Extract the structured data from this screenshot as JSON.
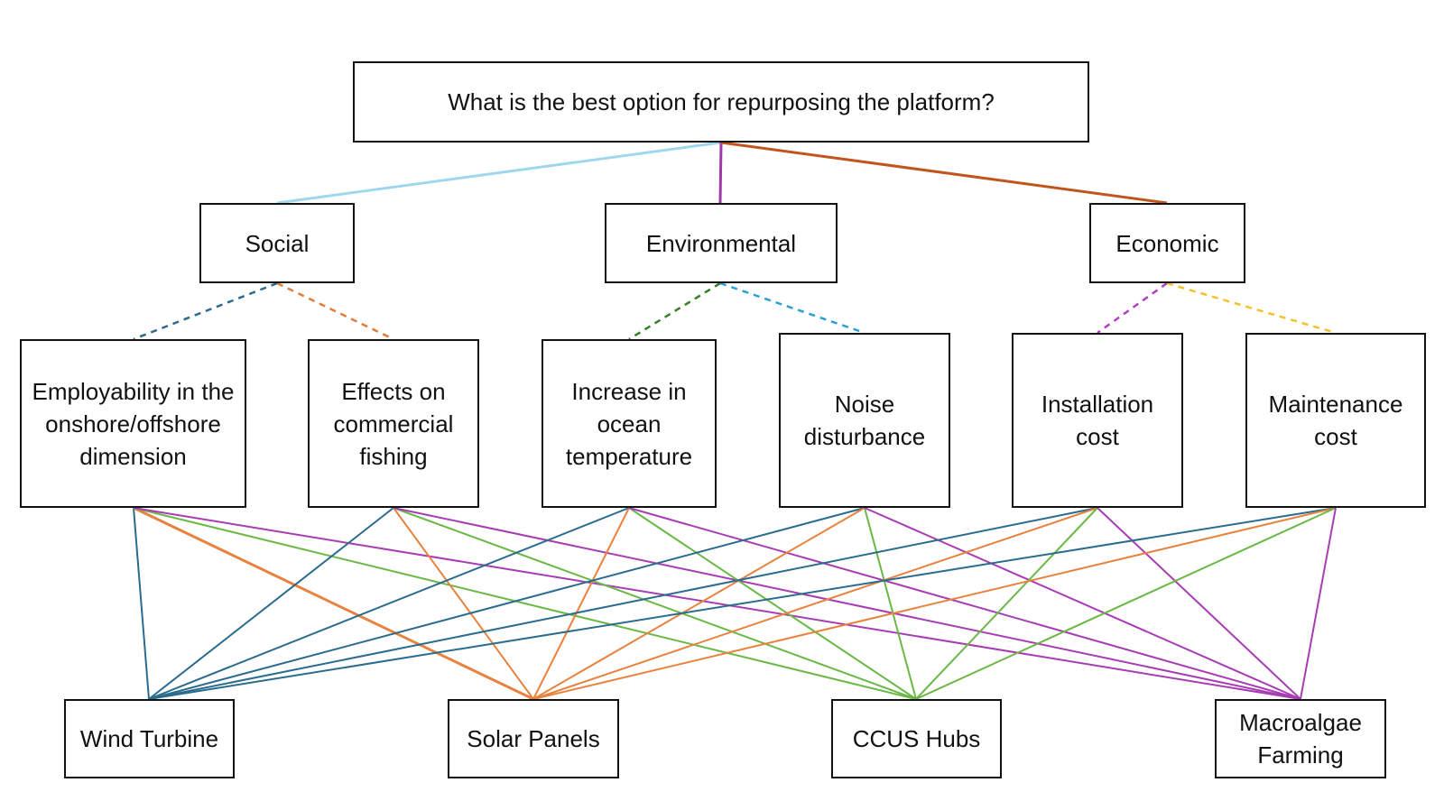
{
  "goal": {
    "text": "What is the best option for repurposing the platform?"
  },
  "criteria": [
    {
      "id": "social",
      "text": "Social"
    },
    {
      "id": "environmental",
      "text": "Environmental"
    },
    {
      "id": "economic",
      "text": "Economic"
    }
  ],
  "subcriteria": [
    {
      "id": "employability",
      "text": "Employability in the onshore/offshore dimension"
    },
    {
      "id": "fishing",
      "text": "Effects on commercial fishing"
    },
    {
      "id": "ocean-temp",
      "text": "Increase in ocean temperature"
    },
    {
      "id": "noise",
      "text": "Noise disturbance"
    },
    {
      "id": "installation",
      "text": "Installation cost"
    },
    {
      "id": "maintenance",
      "text": "Maintenance cost"
    }
  ],
  "alternatives": [
    {
      "id": "wind",
      "text": "Wind Turbine"
    },
    {
      "id": "solar",
      "text": "Solar Panels"
    },
    {
      "id": "ccus",
      "text": "CCUS Hubs"
    },
    {
      "id": "macroalgae",
      "text": "Macroalgae Farming"
    }
  ],
  "colors": {
    "goal_to_social": "#9fd7ee",
    "goal_to_environmental": "#a03aa8",
    "goal_to_economic": "#c0561e",
    "social_sub1": "#2d6a8f",
    "social_sub2": "#e07b3c",
    "env_sub1": "#3a7d2c",
    "env_sub2": "#2ba0d4",
    "econ_sub1": "#b03fc0",
    "econ_sub2": "#f2c12e",
    "to_wind": "#2a6c8e",
    "to_solar": "#e8823e",
    "to_ccus": "#6ab845",
    "to_macroalgae": "#a83cb4"
  }
}
